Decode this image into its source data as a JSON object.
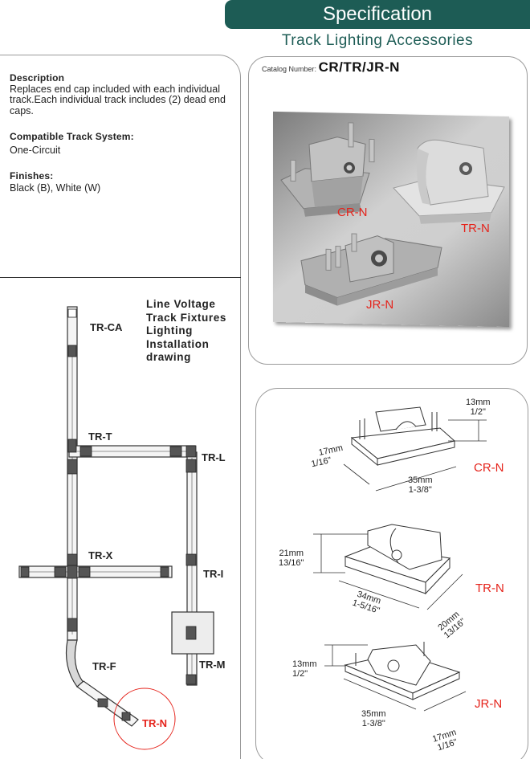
{
  "header": {
    "title": "Specification",
    "subtitle": "Track Lighting Accessories"
  },
  "description": {
    "heading": "Description",
    "text": "Replaces end cap included with each individual track.Each individual track includes (2) dead end caps.",
    "compat_heading": "Compatible Track System:",
    "compat_value": "One-Circuit",
    "finish_heading": "Finishes:",
    "finish_value": "Black (B),  White (W)"
  },
  "catalog": {
    "label": "Catalog Number:",
    "number": "CR/TR/JR-N"
  },
  "photo_labels": {
    "cr": "CR-N",
    "tr": "TR-N",
    "jr": "JR-N"
  },
  "drawing": {
    "title": [
      "Line Voltage",
      "Track Fixtures",
      "Lighting",
      "Installation",
      "drawing"
    ],
    "labels": {
      "ca": "TR-CA",
      "t": "TR-T",
      "l": "TR-L",
      "x": "TR-X",
      "i": "TR-I",
      "f": "TR-F",
      "m": "TR-M",
      "n": "TR-N"
    }
  },
  "dimensions": {
    "cr": {
      "name": "CR-N",
      "height_mm": "13mm",
      "height_in": "1/2\"",
      "width_mm": "17mm",
      "width_in": "1/16\"",
      "length_mm": "35mm",
      "length_in": "1-3/8\""
    },
    "tr": {
      "name": "TR-N",
      "height_mm": "21mm",
      "height_in": "13/16\"",
      "length_mm": "34mm",
      "length_in": "1-5/16\"",
      "width_mm": "20mm",
      "width_in": "13/16\""
    },
    "jr": {
      "name": "JR-N",
      "height_mm": "13mm",
      "height_in": "1/2\"",
      "length_mm": "35mm",
      "length_in": "1-3/8\"",
      "width_mm": "17mm",
      "width_in": "1/16\""
    }
  },
  "colors": {
    "header_bg": "#1d5c55",
    "accent_red": "#e5231b"
  }
}
